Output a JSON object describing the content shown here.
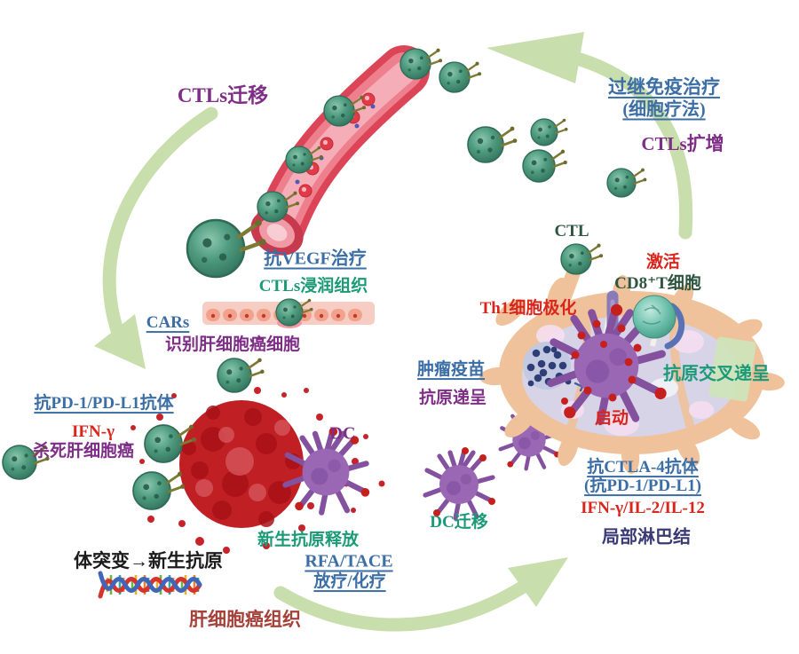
{
  "figure": {
    "description_labels": {
      "ctls_migration": "CTLs迁移",
      "adoptive_therapy": "过继免疫治疗",
      "cell_therapy": "(细胞疗法)",
      "ctls_expansion": "CTLs扩增",
      "anti_vegf": "抗VEGF治疗",
      "ctls_infiltrate": "CTLs浸润组织",
      "cars": "CARs",
      "recognize_hcc": "识别肝细胞癌细胞",
      "anti_pd1_pdl1_ab": "抗PD-1/PD-L1抗体",
      "ifn_gamma": "IFN-γ",
      "kill_hcc": "杀死肝细胞癌",
      "dc": "DC",
      "ctl": "CTL",
      "activation": "激活",
      "cd8_t_cell": "CD8⁺T细胞",
      "th1_polarization": "Th1细胞极化",
      "tumor_vaccine": "肿瘤疫苗",
      "antigen_presentation": "抗原递呈",
      "antigen_cross_presentation": "抗原交叉递呈",
      "priming": "启动",
      "anti_ctla4_ab": "抗CTLA-4抗体",
      "anti_pd1_pdl1": "(抗PD-1/PD-L1)",
      "cytokines": "IFN-γ/IL-2/IL-12",
      "local_lymph_node": "局部淋巴结",
      "dc_migration": "DC迁移",
      "neoantigen_release": "新生抗原释放",
      "somatic_mutation_neoantigen": "体突变→新生抗原",
      "rfa_tace": "RFA/TACE",
      "radio_chemo": "放疗/化疗",
      "hcc_tissue": "肝细胞癌组织"
    },
    "palette": {
      "therapy_blue": "#3b6ea5",
      "process_teal": "#1a9a77",
      "cell_purple": "#7f2e87",
      "highlight_red": "#d9251c",
      "ctl_text_green": "#2d5640",
      "lymph_navy": "#3a3a76",
      "tissue_dark_red": "#a6413a",
      "cycle_arrow_green": "#c8deac",
      "vessel_red": "#dc4457",
      "tumor_red": "#c01f24",
      "dc_purple": "#9a67b4",
      "lymph_node_tan": "#efc29b"
    }
  }
}
